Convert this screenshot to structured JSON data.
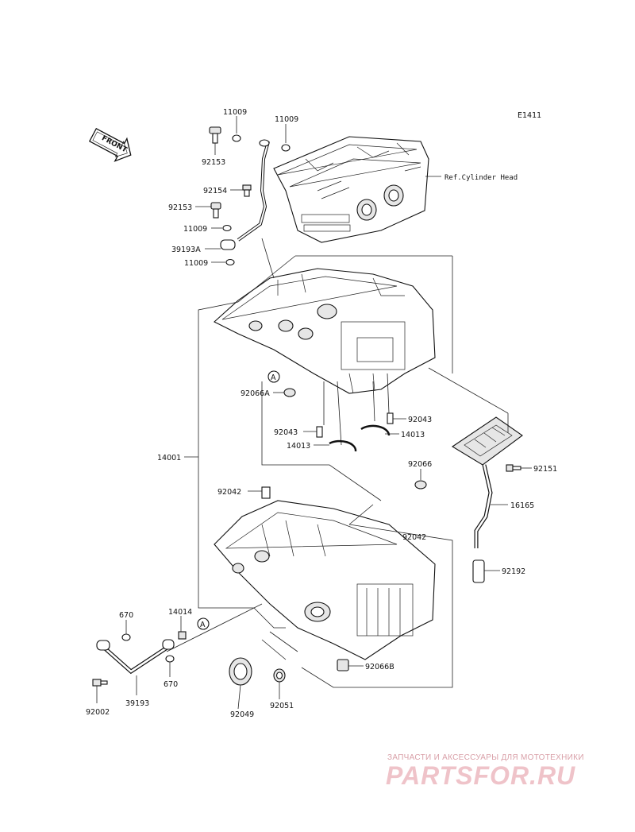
{
  "diagram_code": "E1411",
  "front_arrow": "FRONT",
  "ref_label": "Ref.Cylinder Head",
  "callout_a": "A",
  "parts": {
    "p11009_top_left": "11009",
    "p11009_top_right": "11009",
    "p92153_top": "92153",
    "p92154": "92154",
    "p92153_mid": "92153",
    "p11009_mid": "11009",
    "p39193A": "39193A",
    "p11009_low": "11009",
    "p92066A": "92066A",
    "p92043_left": "92043",
    "p92043_right": "92043",
    "p14013_right": "14013",
    "p14013_left": "14013",
    "p14001": "14001",
    "p92066": "92066",
    "p92151": "92151",
    "p92042_top": "92042",
    "p92042_right": "92042",
    "p16165": "16165",
    "p92192": "92192",
    "p670_top": "670",
    "p14014": "14014",
    "p670_low": "670",
    "p92066B": "92066B",
    "p92049": "92049",
    "p92051": "92051",
    "p39193": "39193",
    "p92002": "92002"
  },
  "watermark": {
    "tagline": "ЗАПЧАСТИ И АКСЕССУАРЫ ДЛЯ МОТОТЕХНИКИ",
    "logo": "PARTSFOR.RU"
  },
  "colors": {
    "ink": "#111111",
    "watermark": "#efc3c9"
  }
}
